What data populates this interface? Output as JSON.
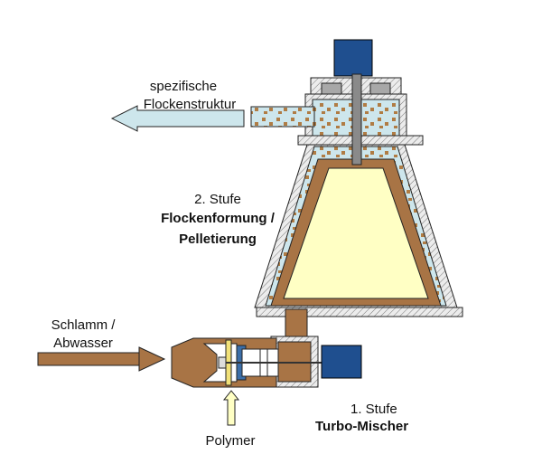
{
  "labels": {
    "output_line1": "spezifische",
    "output_line2": "Flockenstruktur",
    "stage2_line1": "2. Stufe",
    "stage2_line2": "Flockenformung /",
    "stage2_line3": "Pelletierung",
    "input_line1": "Schlamm /",
    "input_line2": "Abwasser",
    "stage1_line1": "1. Stufe",
    "stage1_line2": "Turbo-Mischer",
    "polymer": "Polymer"
  },
  "colors": {
    "motor": "#1f4f8f",
    "sludge": "#a87445",
    "sludge_flocks": "#b07c44",
    "pellet_zone": "#ffffc4",
    "water": "#cde6ec",
    "housing_hatch": "#b8b8b8",
    "arrow_output": "#cde6ec",
    "arrow_polymer": "#ffffc4",
    "mixer_ring": "#f2e27a",
    "mixer_inner": "#3b6ea8"
  },
  "icons": [
    "motor-icon",
    "shaft-icon"
  ]
}
